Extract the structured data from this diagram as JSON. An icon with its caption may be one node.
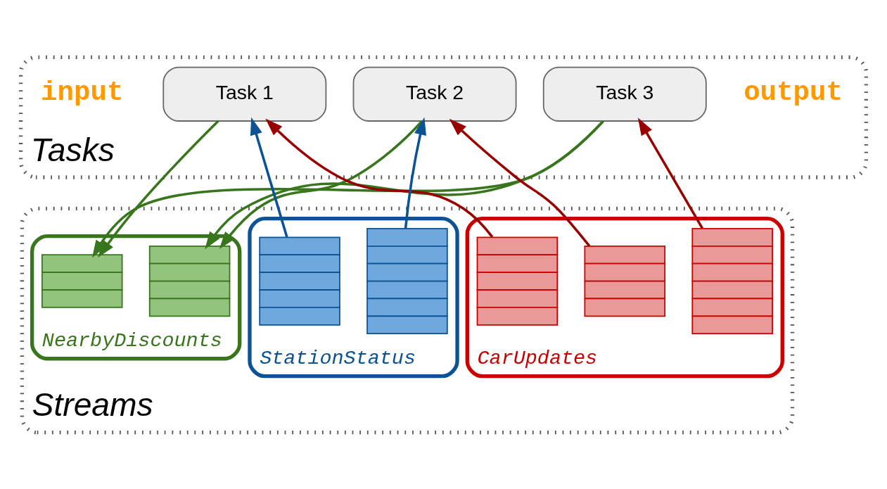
{
  "diagram": {
    "nodes": [
      {
        "text": [
          "Tasks"
        ]
      },
      {
        "text": [
          "Task 1"
        ],
        "in": 0
      },
      {
        "text": [
          "Task 2"
        ],
        "in": 0
      },
      {
        "text": [
          "Task 3"
        ],
        "in": 0
      },
      {
        "text": [
          "Streams"
        ]
      },
      {
        "text": [
          "CarUpdates"
        ],
        "in": 4
      },
      {
        "text": [],
        "shape": "box",
        "in": 5
      },
      {
        "text": [],
        "shape": "box",
        "in": 5
      },
      {
        "text": [],
        "shape": "box",
        "in": 5
      },
      {
        "text": [
          "StationStatus"
        ],
        "in": 4
      },
      {
        "text": [],
        "shape": "box",
        "in": 9
      },
      {
        "text": [],
        "shape": "box",
        "in": 9
      },
      {
        "text": [
          "NearbyDiscounts"
        ],
        "in": 4
      },
      {
        "text": [],
        "shape": "box",
        "in": 12
      },
      {
        "text": [],
        "shape": "box",
        "in": 12
      }
    ],
    "edges": [
      {
        "from": 6,
        "to": 1,
        "arrow": "to",
        "color": "#990000"
      },
      {
        "from": 7,
        "to": 2,
        "arrow": "to",
        "color": "#990000"
      },
      {
        "from": 8,
        "to": 3,
        "arrow": "to",
        "color": "#990000"
      },
      {
        "from": 10,
        "to": 1,
        "arrow": "to",
        "color": "#0b5394"
      },
      {
        "from": 11,
        "to": 2,
        "arrow": "to",
        "color": "#0b5394"
      },
      {
        "from": 1,
        "to": 13,
        "arrow": "to",
        "color": "#38761d"
      },
      {
        "from": 2,
        "to": 14,
        "arrow": "to",
        "color": "#38761d"
      },
      {
        "from": 3,
        "to": 13,
        "arrow": "to",
        "color": "#38761d"
      },
      {
        "from": 3,
        "to": 14,
        "arrow": "to",
        "color": "#38761d"
      }
    ],
    "labels": [
      "input",
      "output"
    ]
  }
}
